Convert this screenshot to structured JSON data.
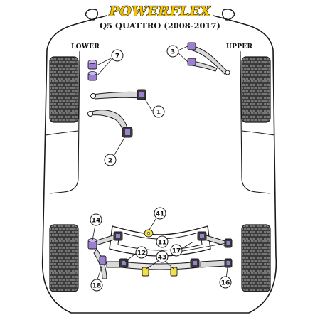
{
  "header": {
    "brand": "POWERFLEX",
    "subtitle": "Q5 QUATTRO (2008-2017)"
  },
  "labels": {
    "lower": "LOWER",
    "upper": "UPPER"
  },
  "callouts": [
    "1",
    "2",
    "3",
    "7",
    "11",
    "12",
    "14",
    "16",
    "17",
    "18",
    "41",
    "43"
  ],
  "colors": {
    "outline": "#1a1a1a",
    "tyre": "#3a3a3a",
    "bush_purple": "#9b7fd0",
    "bush_yellow": "#f2e04a",
    "brand_yellow": "#f4c400",
    "arm_grey": "#d9d9d9"
  }
}
